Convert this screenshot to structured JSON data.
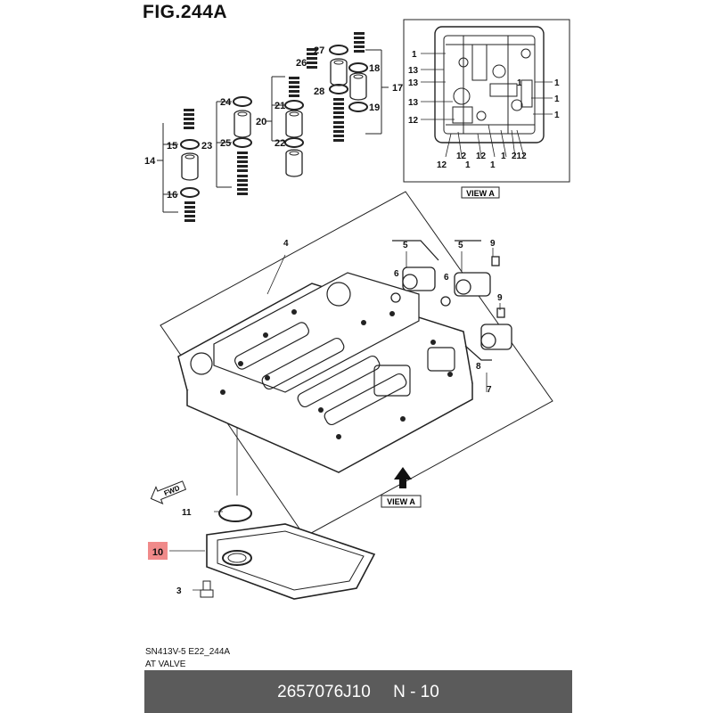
{
  "figure": {
    "title": "FIG.244A",
    "view_label": "VIEW A",
    "fwd_label": "FWD"
  },
  "callouts": {
    "n1": "1",
    "n2": "2",
    "n3": "3",
    "n4": "4",
    "n5": "5",
    "n6": "6",
    "n7": "7",
    "n8": "8",
    "n9": "9",
    "n10": "10",
    "n11": "11",
    "n12": "12",
    "n13": "13",
    "n14": "14",
    "n15": "15",
    "n16": "16",
    "n17": "17",
    "n18": "18",
    "n19": "19",
    "n20": "20",
    "n21": "21",
    "n22": "22",
    "n23": "23",
    "n24": "24",
    "n25": "25",
    "n26": "26",
    "n27": "27",
    "n28": "28",
    "n212": "212"
  },
  "caption": {
    "line1": "SN413V-5 E22_244A",
    "line2": "AT VALVE"
  },
  "footer": {
    "part_number": "2657076J10",
    "suffix": "N - 10",
    "background": "#5b5b5b"
  },
  "highlight": {
    "color": "#f08a8a"
  }
}
